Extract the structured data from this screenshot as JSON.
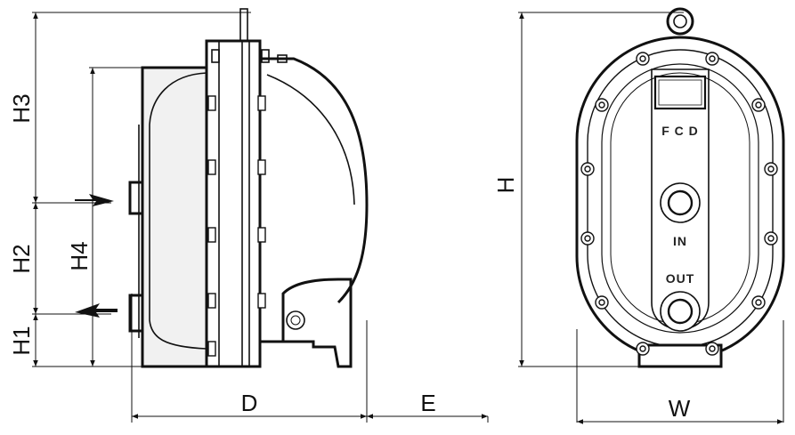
{
  "dimensions": {
    "h3": "H3",
    "h2": "H2",
    "h1": "H1",
    "h4": "H4",
    "d": "D",
    "e": "E",
    "h": "H",
    "w": "W"
  },
  "face_labels": {
    "maker": "F C D",
    "inlet": "IN",
    "outlet": "OUT"
  }
}
